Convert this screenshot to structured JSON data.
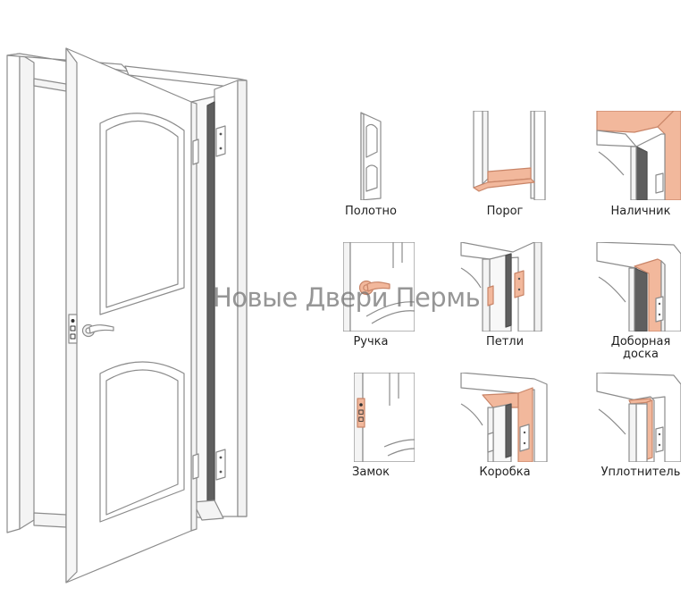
{
  "watermark": "Новые Двери Пермь",
  "colors": {
    "line": "#8c8c8c",
    "line_dark": "#6e6e6e",
    "fill": "#ffffff",
    "fill_shade": "#f2f2f2",
    "seal": "#5f5f5f",
    "highlight": "#f2b89c",
    "highlight_stroke": "#c98568",
    "label": "#222222"
  },
  "parts": [
    {
      "id": "polotno",
      "label": "Полотно"
    },
    {
      "id": "porog",
      "label": "Порог"
    },
    {
      "id": "nalichnik",
      "label": "Наличник"
    },
    {
      "id": "ruchka",
      "label": "Ручка"
    },
    {
      "id": "petli",
      "label": "Петли"
    },
    {
      "id": "dobornaya",
      "label": "Доборная\nдоска"
    },
    {
      "id": "zamok",
      "label": "Замок"
    },
    {
      "id": "korobka",
      "label": "Коробка"
    },
    {
      "id": "uplotnitel",
      "label": "Уплотнитель"
    }
  ]
}
